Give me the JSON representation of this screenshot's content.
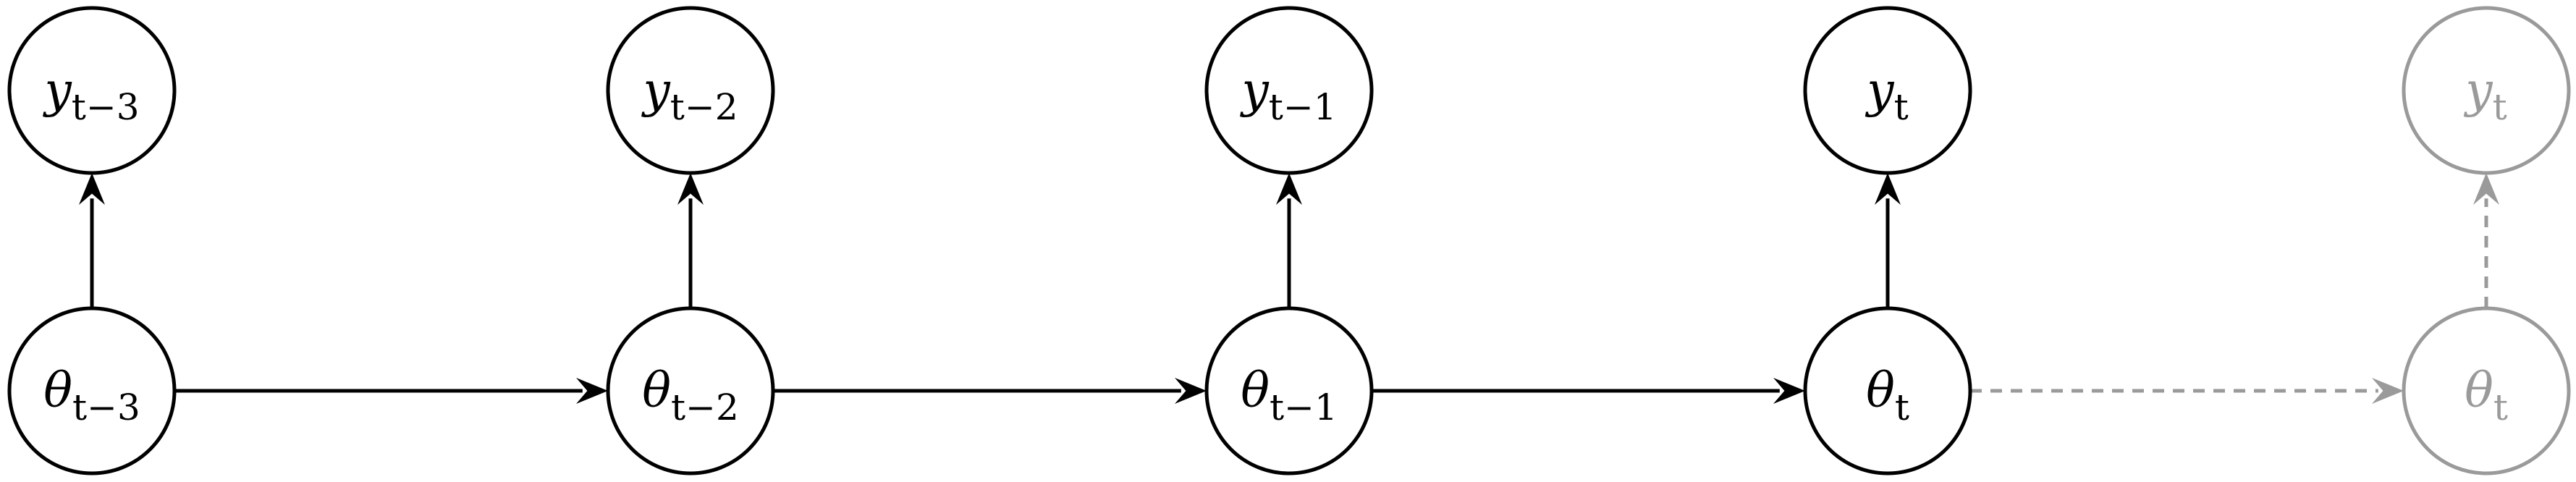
{
  "nodes": [
    {
      "id": "y_t-3",
      "symbol": "y",
      "sub": "t−3",
      "style": "solid"
    },
    {
      "id": "y_t-2",
      "symbol": "y",
      "sub": "t−2",
      "style": "solid"
    },
    {
      "id": "y_t-1",
      "symbol": "y",
      "sub": "t−1",
      "style": "solid"
    },
    {
      "id": "y_t",
      "symbol": "y",
      "sub": "t",
      "style": "solid"
    },
    {
      "id": "y_t_pred",
      "symbol": "y",
      "sub": "t",
      "style": "faded"
    },
    {
      "id": "theta_t-3",
      "symbol": "θ",
      "sub": "t−3",
      "style": "solid"
    },
    {
      "id": "theta_t-2",
      "symbol": "θ",
      "sub": "t−2",
      "style": "solid"
    },
    {
      "id": "theta_t-1",
      "symbol": "θ",
      "sub": "t−1",
      "style": "solid"
    },
    {
      "id": "theta_t",
      "symbol": "θ",
      "sub": "t",
      "style": "solid"
    },
    {
      "id": "theta_t_pred",
      "symbol": "θ",
      "sub": "t",
      "style": "faded"
    }
  ],
  "edges": [
    {
      "from": "theta_t-3",
      "to": "y_t-3",
      "style": "solid"
    },
    {
      "from": "theta_t-2",
      "to": "y_t-2",
      "style": "solid"
    },
    {
      "from": "theta_t-1",
      "to": "y_t-1",
      "style": "solid"
    },
    {
      "from": "theta_t",
      "to": "y_t",
      "style": "solid"
    },
    {
      "from": "theta_t_pred",
      "to": "y_t_pred",
      "style": "faded"
    },
    {
      "from": "theta_t-3",
      "to": "theta_t-2",
      "style": "solid"
    },
    {
      "from": "theta_t-2",
      "to": "theta_t-1",
      "style": "solid"
    },
    {
      "from": "theta_t-1",
      "to": "theta_t",
      "style": "solid"
    },
    {
      "from": "theta_t",
      "to": "theta_t_pred",
      "style": "faded"
    }
  ],
  "colors": {
    "solid": "#000000",
    "faded": "#9a9a9a"
  }
}
